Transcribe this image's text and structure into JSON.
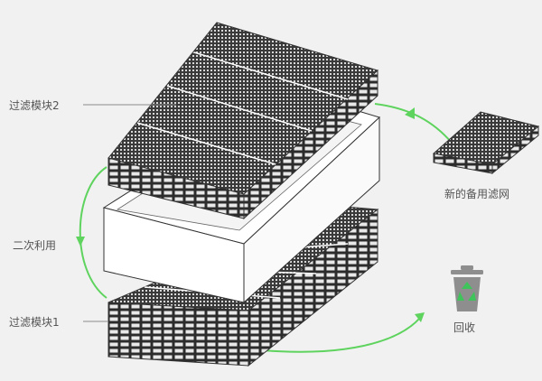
{
  "labels": {
    "filter_module_2": "过滤模块2",
    "secondary_use": "二次利用",
    "filter_module_1": "过滤模块1",
    "new_spare_filter": "新的备用滤网",
    "recycle": "回收"
  },
  "icons": {
    "recycle_bin": "recycle-bin-icon"
  },
  "colors": {
    "background": "#f1f1f1",
    "arrow": "#5ed35e",
    "grid_dark": "#3a3a3a",
    "box_white": "#ffffff",
    "outline": "#333333",
    "bin_gray": "#8e8e8e",
    "recycle_green": "#3ec45a",
    "leader_line": "#8a8a8a"
  }
}
